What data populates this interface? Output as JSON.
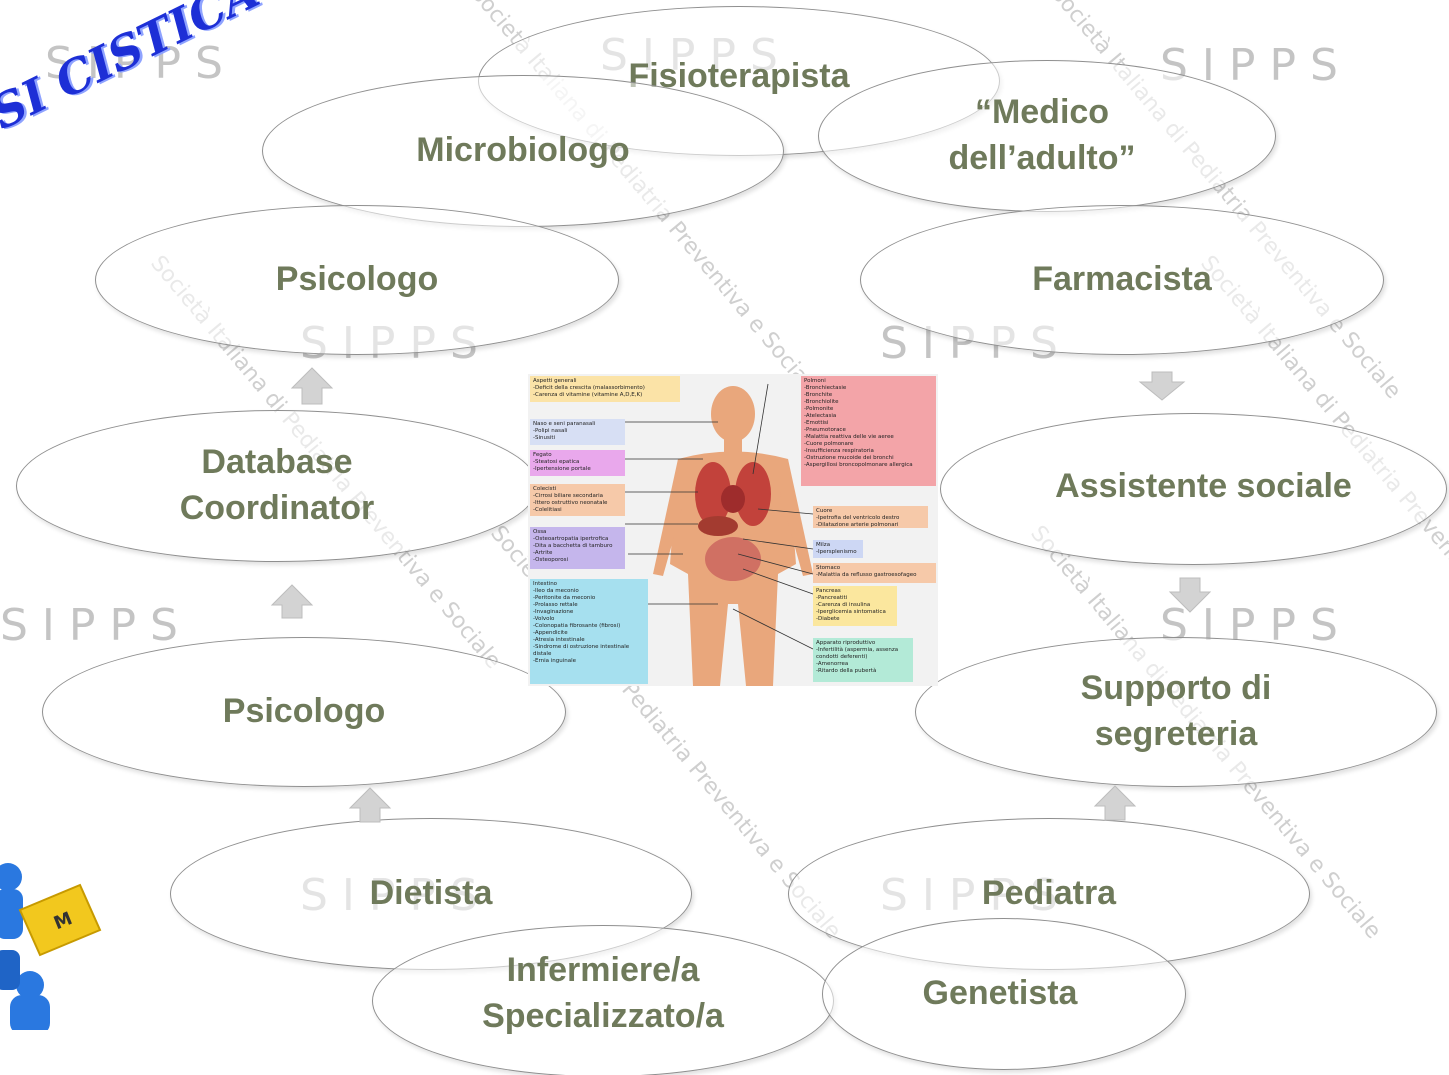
{
  "corner_title": "SI CISTICA",
  "watermark": {
    "acronym": "SIPPS",
    "society": "Società Italiana di Pediatria Preventiva e Sociale"
  },
  "nodes": [
    {
      "id": "fisioterapista",
      "label": "Fisioterapista"
    },
    {
      "id": "microbiologo",
      "label": "Microbiologo"
    },
    {
      "id": "medico-adulto",
      "label": "“Medico\ndell’adulto”"
    },
    {
      "id": "psicologo-top",
      "label": "Psicologo"
    },
    {
      "id": "farmacista",
      "label": "Farmacista"
    },
    {
      "id": "database",
      "label": "Database\nCoordinator"
    },
    {
      "id": "assistente",
      "label": "Assistente sociale"
    },
    {
      "id": "psicologo-bottom",
      "label": "Psicologo"
    },
    {
      "id": "segreteria",
      "label": "Supporto di\nsegreteria"
    },
    {
      "id": "dietista",
      "label": "Dietista"
    },
    {
      "id": "pediatra",
      "label": "Pediatra"
    },
    {
      "id": "infermiere",
      "label": "Infermiere/a\nSpecializzato/a"
    },
    {
      "id": "genetista",
      "label": "Genetista"
    }
  ],
  "anatomy": {
    "general": "Aspetti generali\n-Deficit della crescita (malassorbimento)\n-Carenza di vitamine (vitamine A,D,E,K)",
    "nose": "Naso e seni paranasali\n-Polipi nasali\n-Sinusiti",
    "liver": "Fegato\n-Steatosi epatica\n-Ipertensione portale",
    "gallbladder": "Colecisti\n-Cirrosi biliare secondaria\n-Ittero ostruttivo neonatale\n-Colelitiasi",
    "bones": "Ossa\n-Osteoartropatia ipertrofica\n-Dita a bacchetta di tamburo\n-Artrite\n-Osteoporosi",
    "intestine": "Intestino\n-Ileo da meconio\n-Peritonite da meconio\n-Prolasso rettale\n-Invaginazione\n-Volvolo\n-Colonopatia fibrosante (fibrosi)\n-Appendicite\n-Atresia intestinale\n-Sindrome di ostruzione intestinale distale\n-Ernia inguinale",
    "lungs": "Polmoni\n-Bronchiectasie\n-Bronchite\n-Bronchiolite\n-Polmonite\n-Atelectasia\n-Emottisi\n-Pneumotorace\n-Malattia reattiva delle vie aeree\n-Cuore polmonare\n-Insufficienza respiratoria\n-Ostruzione mucoide dei bronchi\n-Aspergillosi broncopolmonare allergica",
    "heart": "Cuore\n-Ipetrofia del ventricolo destro\n-Dilatazione arterie polmonari",
    "spleen": "Milza\n-Ipersplenismo",
    "stomach": "Stomaco\n-Malattia da reflusso gastroesofageo",
    "pancreas": "Pancreas\n-Pancreatiti\n-Carenza di insulina\n-Iperglicemia sintomatica\n-Diabete",
    "reproductive": "Apparato riproduttivo\n-Infertilità (aspermia, assenza condotti deferenti)\n-Amenorrea\n-Ritardo della pubertà"
  },
  "logo_letter": "M",
  "colors": {
    "label": "#6f7a5b",
    "ellipse_border": "#8f8f8f",
    "arrow": "#cfcfcf",
    "title": "#1d2fd6",
    "skin": "#e9a77c"
  }
}
